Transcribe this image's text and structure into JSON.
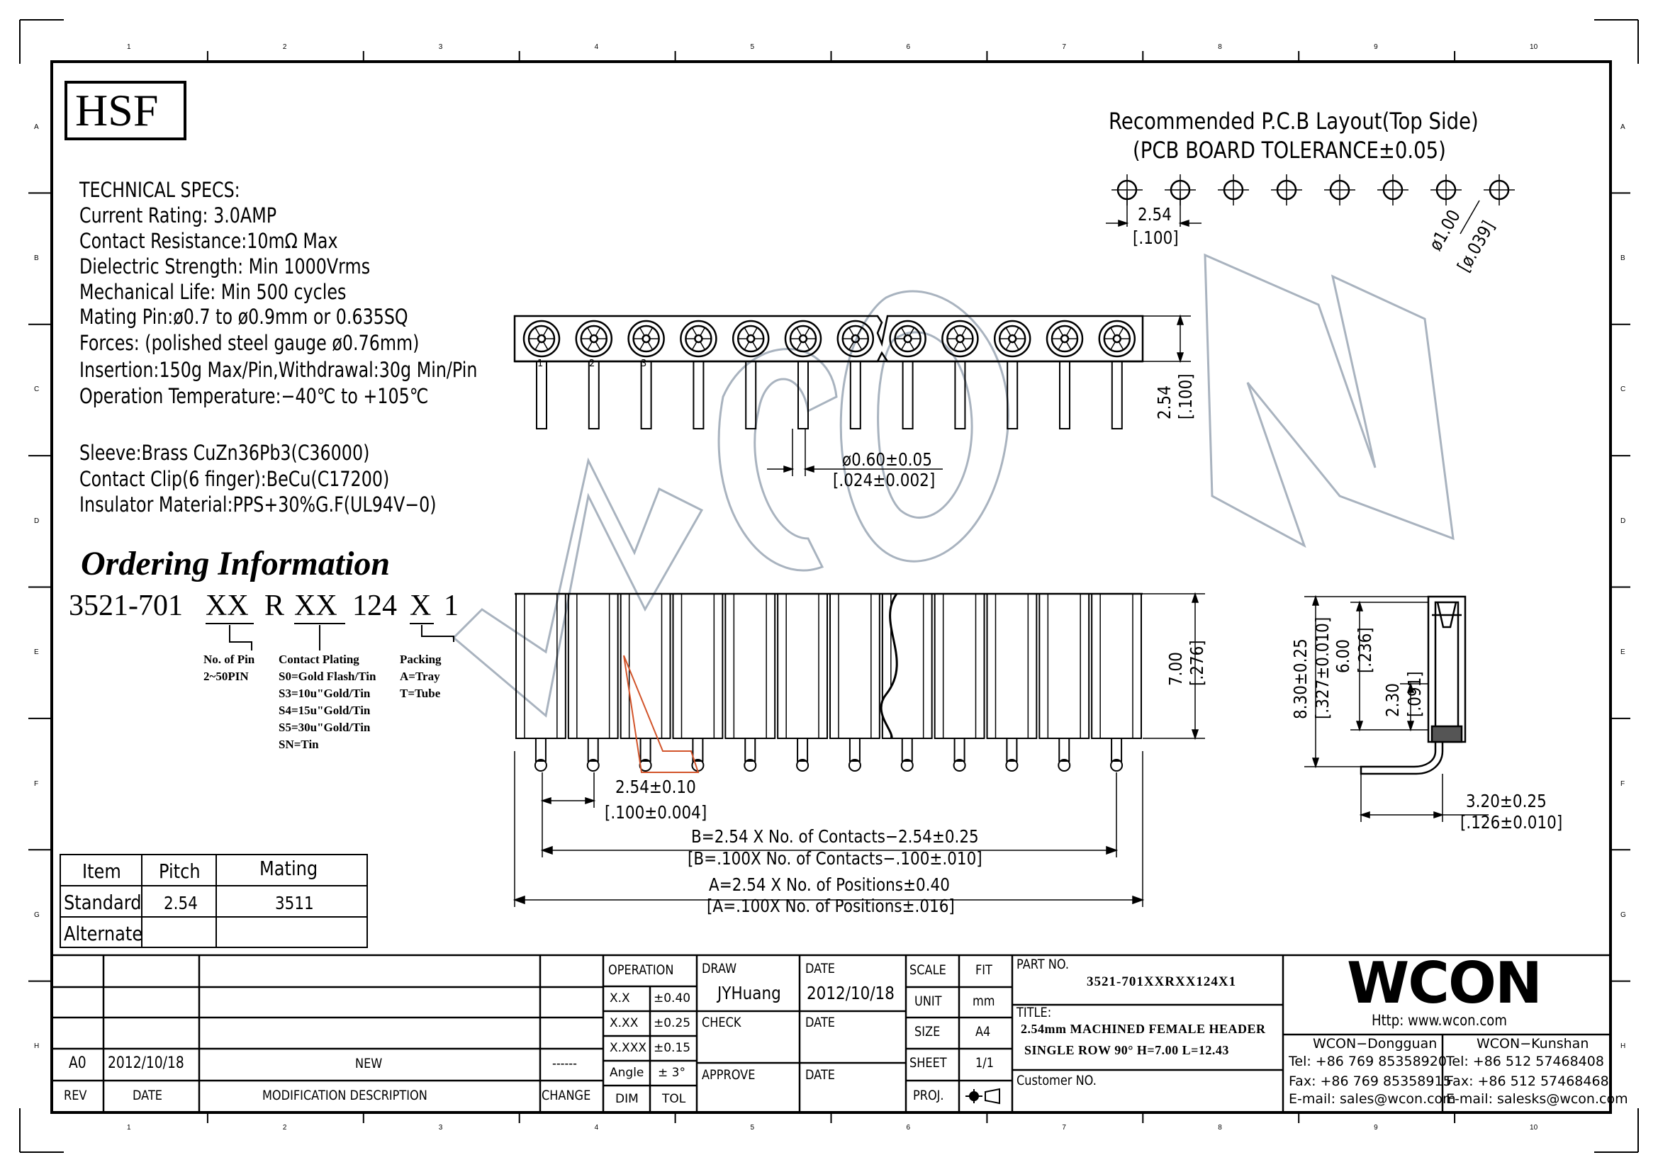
{
  "grid": {
    "cols": [
      "1",
      "2",
      "3",
      "4",
      "5",
      "6",
      "7",
      "8",
      "9",
      "10"
    ],
    "rows": [
      "A",
      "B",
      "C",
      "D",
      "E",
      "F",
      "G",
      "H"
    ]
  },
  "logo_hsf": "HSF",
  "specs": {
    "heading": "TECHNICAL SPECS:",
    "lines": [
      "Current Rating: 3.0AMP",
      "Contact Resistance:10mΩ Max",
      "Dielectric Strength: Min 1000Vrms",
      "Mechanical Life: Min 500 cycles",
      "Mating Pin:ø0.7 to ø0.9mm or 0.635SQ",
      "Forces: (polished steel gauge ø0.76mm)",
      "Insertion:150g Max/Pin,Withdrawal:30g Min/Pin",
      "Operation Temperature:−40℃ to +105℃"
    ],
    "materials": [
      "Sleeve:Brass CuZn36Pb3(C36000)",
      "Contact Clip(6 finger):BeCu(C17200)",
      "Insulator Material:PPS+30%G.F(UL94V−0)"
    ]
  },
  "ordering": {
    "title": "Ordering Information",
    "parts": [
      "3521-701",
      "XX",
      "R",
      "XX",
      "124",
      "X",
      "1"
    ],
    "options": {
      "pin": [
        "No. of Pin",
        "2~50PIN"
      ],
      "plating": [
        "Contact Plating",
        "S0=Gold Flash/Tin",
        "S3=10u\"Gold/Tin",
        "S4=15u\"Gold/Tin",
        "S5=30u\"Gold/Tin",
        "SN=Tin"
      ],
      "packing": [
        "Packing",
        "A=Tray",
        "T=Tube"
      ]
    }
  },
  "pcb": {
    "title1": "Recommended P.C.B Layout(Top Side)",
    "title2": "(PCB BOARD TOLERANCE±0.05)",
    "pitch": "2.54",
    "pitch_in": "[.100]",
    "hole": "ø1.00",
    "hole_in": "[ø.039]",
    "hole_count": 8
  },
  "top_view": {
    "pin_labels": [
      "1",
      "2",
      "3"
    ],
    "height": "2.54",
    "height_in": "[.100]",
    "pin_dia": "ø0.60±0.05",
    "pin_dia_in": "[.024±0.002]",
    "count": 12
  },
  "front_view": {
    "height": "7.00",
    "height_in": "[.276]",
    "pitch": "2.54±0.10",
    "pitch_in": "[.100±0.004]",
    "dim_b": "B=2.54 X No. of Contacts−2.54±0.25",
    "dim_b_in": "[B=.100X No. of Contacts−.100±.010]",
    "dim_a": "A=2.54 X No. of Positions±0.40",
    "dim_a_in": "[A=.100X No. of Positions±.016]",
    "count": 12
  },
  "side_view": {
    "total": "8.30±0.25",
    "total_in": "[.327±0.010]",
    "body": "6.00",
    "body_in": "[.236]",
    "lower": "2.30",
    "lower_in": "[.091]",
    "leg": "3.20±0.25",
    "leg_in": "[.126±0.010]"
  },
  "mating_table": {
    "headers": [
      "Item",
      "Pitch",
      "Mating"
    ],
    "rows": [
      [
        "Standard",
        "2.54",
        "3511"
      ],
      [
        "Alternate",
        "",
        ""
      ]
    ]
  },
  "title_block": {
    "rev_row": [
      "A0",
      "2012/10/18",
      "NEW",
      "------"
    ],
    "rev_headers": [
      "REV",
      "DATE",
      "MODIFICATION DESCRIPTION",
      "CHANGE"
    ],
    "tolerance": {
      "label": "OPERATION",
      "rows": [
        [
          "X.X",
          "±0.40"
        ],
        [
          "X.XX",
          "±0.25"
        ],
        [
          "X.XXX",
          "±0.15"
        ],
        [
          "Angle",
          "± 3°"
        ],
        [
          "DIM",
          "TOL"
        ]
      ]
    },
    "draw_label": "DRAW",
    "draw_value": "JYHuang",
    "check_label": "CHECK",
    "approve_label": "APPROVE",
    "date_label": "DATE",
    "date_value": "2012/10/18",
    "scale_label": "SCALE",
    "scale_value": "FIT",
    "unit_label": "UNIT",
    "unit_value": "mm",
    "size_label": "SIZE",
    "size_value": "A4",
    "sheet_label": "SHEET",
    "sheet_value": "1/1",
    "proj_label": "PROJ.",
    "part_label": "PART NO.",
    "part_value": "3521-701XXRXX124X1",
    "title_label": "TITLE:",
    "title_line1": "2.54mm MACHINED FEMALE HEADER",
    "title_line2": "SINGLE ROW 90° H=7.00 L=12.43",
    "customer_label": "Customer NO.",
    "company": "WCON",
    "http": "Http: www.wcon.com",
    "offices": [
      {
        "name": "WCON−Dongguan",
        "tel": "Tel: +86 769 85358920",
        "fax": "Fax: +86 769 85358915",
        "email": "E-mail: sales@wcon.com"
      },
      {
        "name": "WCON−Kunshan",
        "tel": "Tel: +86 512 57468408",
        "fax": "Fax: +86 512 57468468",
        "email": "E-mail: salesks@wcon.com"
      }
    ]
  },
  "watermark": "WCON"
}
